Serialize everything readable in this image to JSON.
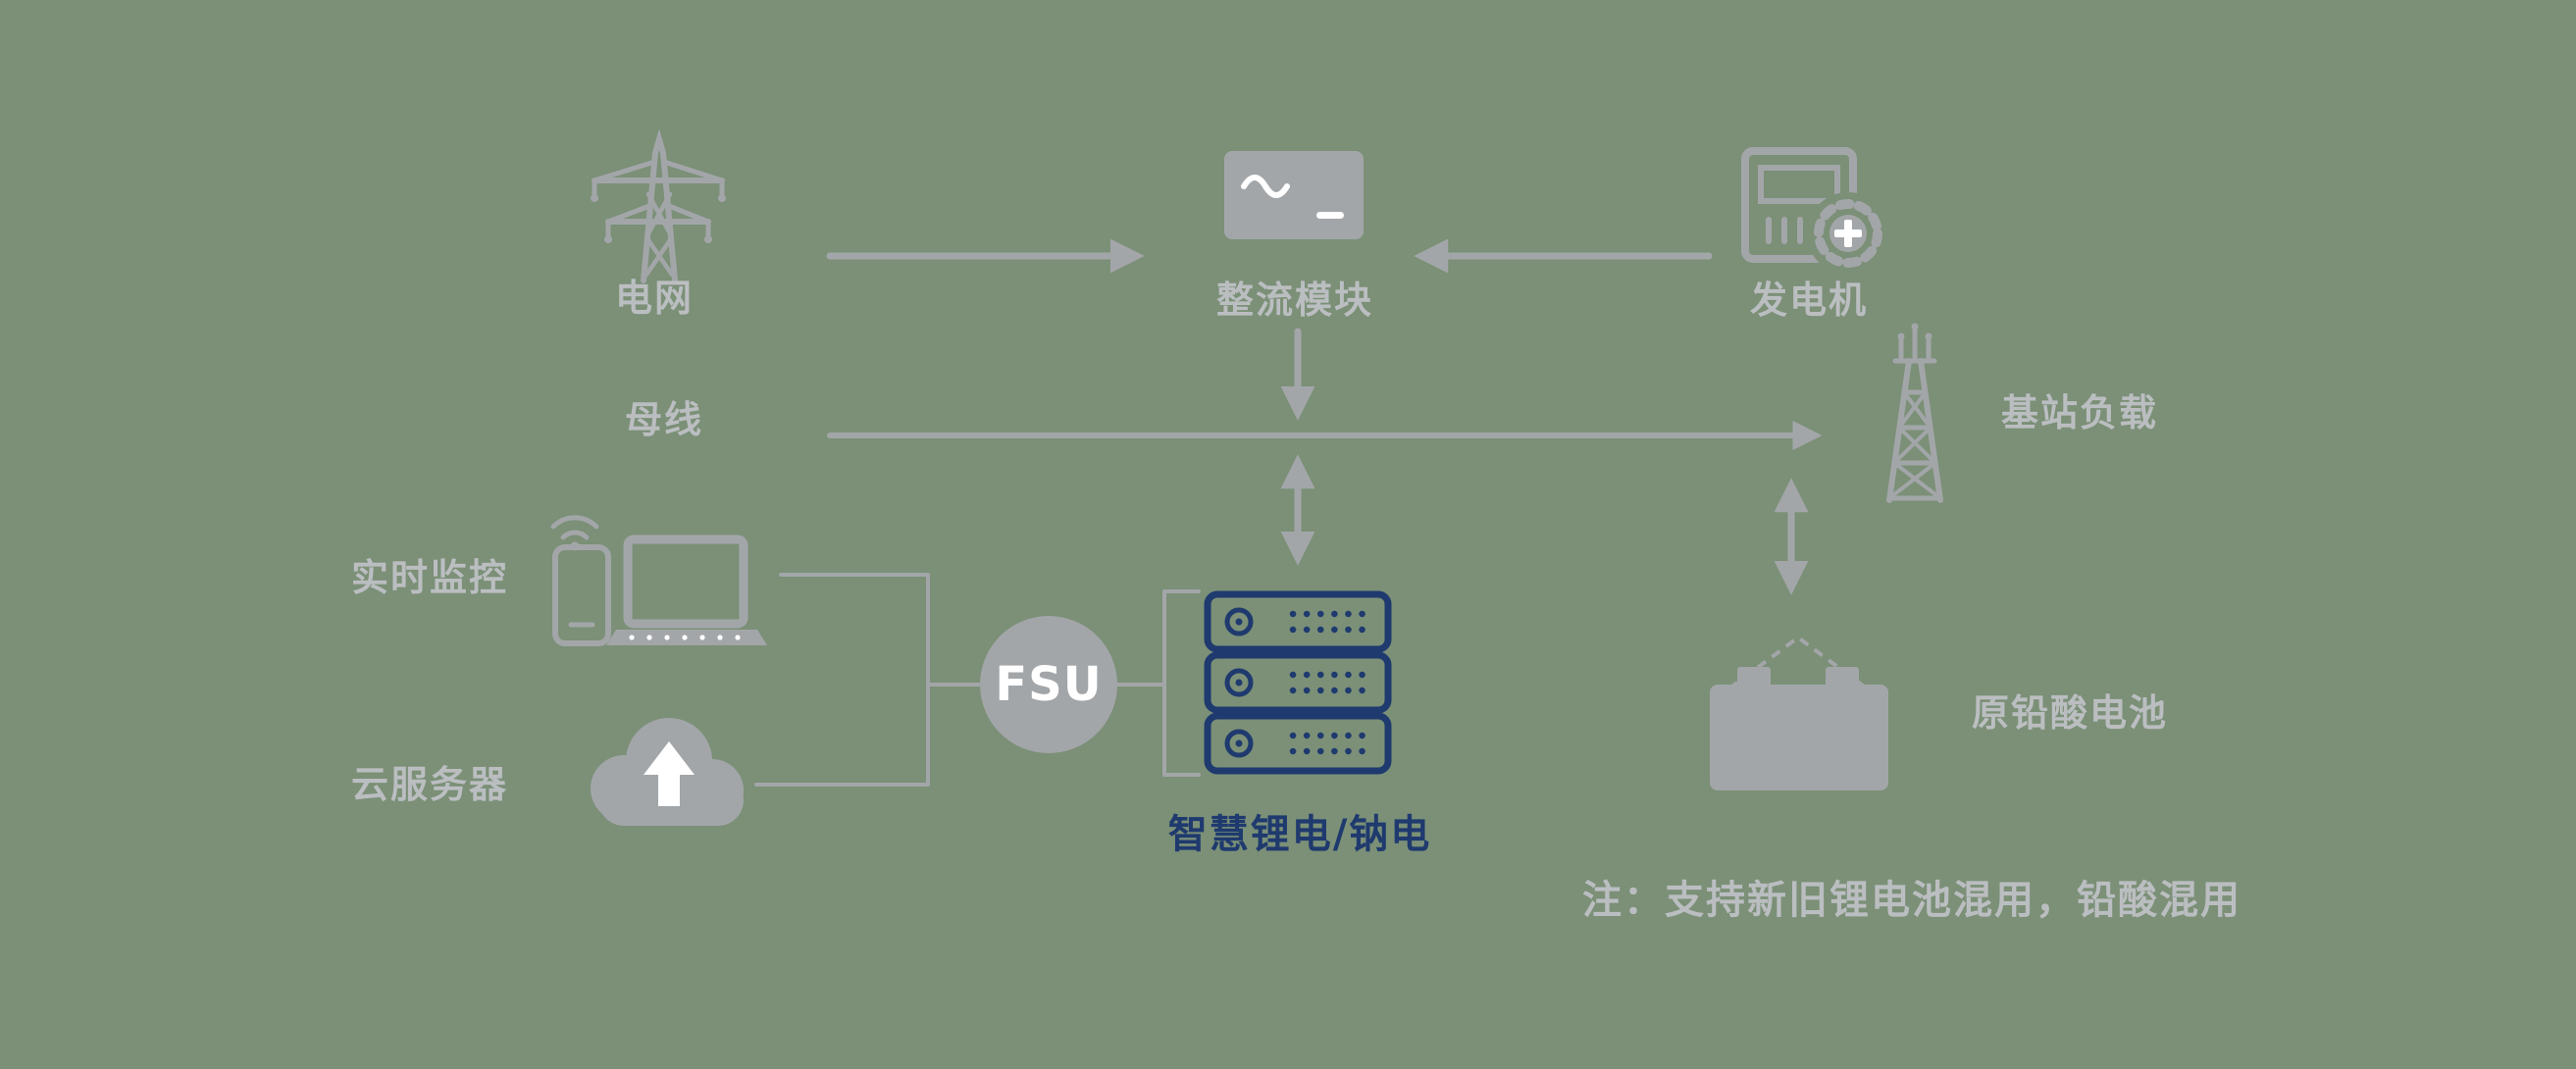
{
  "colors": {
    "background": "#7b9077",
    "icon_gray": "#a3a6a9",
    "label_gray": "#bbbec1",
    "accent_navy": "#1f3a6e",
    "white": "#ffffff"
  },
  "nodes": {
    "power_grid": {
      "label": "电网",
      "icon": "power-grid-tower-icon"
    },
    "rectifier": {
      "label": "整流模块",
      "icon": "rectifier-module-icon"
    },
    "generator": {
      "label": "发电机",
      "icon": "generator-gear-icon"
    },
    "busbar": {
      "label": "母线"
    },
    "station_load": {
      "label": "基站负载",
      "icon": "base-station-tower-icon"
    },
    "monitoring": {
      "label": "实时监控",
      "icon": "phone-laptop-wifi-icon"
    },
    "cloud_server": {
      "label": "云服务器",
      "icon": "cloud-upload-icon"
    },
    "fsu": {
      "label": "FSU",
      "icon": "fsu-circle"
    },
    "smart_battery": {
      "label": "智慧锂电/钠电",
      "icon": "battery-rack-icon"
    },
    "lead_acid_battery": {
      "label": "原铅酸电池",
      "icon": "lead-acid-battery-icon"
    }
  },
  "note": "注：支持新旧锂电池混用，铅酸混用"
}
